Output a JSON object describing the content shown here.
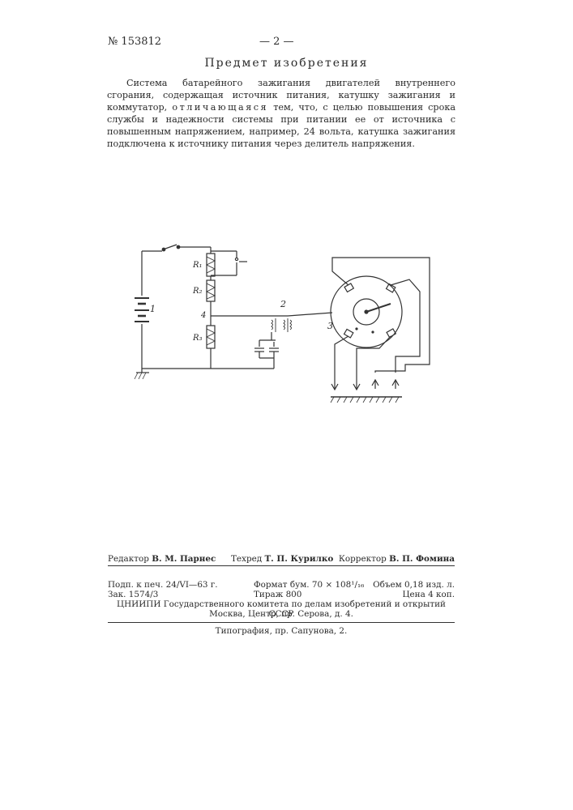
{
  "header": {
    "patent_number": "№ 153812",
    "page_number": "— 2 —"
  },
  "section_title": "Предмет изобретения",
  "claim": {
    "lead": "Система батарейного зажигания двигателей внутреннего сгорания, содержащая источник питания, катушку зажигания и коммутатор, ",
    "spaced_word": "отличающаяся",
    "rest": " тем, что, с целью повышения срока службы и надежности системы при питании ее от источника с повышенным напряжением, например, 24 вольта, катушка зажигания подключена к источнику питания через делитель напряжения."
  },
  "diagram": {
    "labels": {
      "battery": "1",
      "coil": "2",
      "distributor": "3",
      "node": "4",
      "r1": "R₁",
      "r2": "R₂",
      "r3": "R₃"
    }
  },
  "colophon": {
    "editor_label": "Редактор",
    "editor_name": "В. М. Парнес",
    "tech_label": "Техред",
    "tech_name": "Т. П. Курилко",
    "corrector_label": "Корректор",
    "corrector_name": "В. П. Фомина",
    "line1_left": "Подп. к печ. 24/VI—63 г.",
    "line1_mid": "Формат бум. 70 × 108¹/₁₆",
    "line1_right": "Объем 0,18 изд. л.",
    "line2_left": "Зак. 1574/3",
    "line2_mid": "Тираж 800",
    "line2_right": "Цена 4 коп.",
    "line3": "ЦНИИПИ Государственного комитета по делам изобретений и открытий СССР",
    "line4": "Москва, Центр, пр. Серова, д. 4.",
    "printer": "Типография, пр. Сапунова, 2."
  }
}
